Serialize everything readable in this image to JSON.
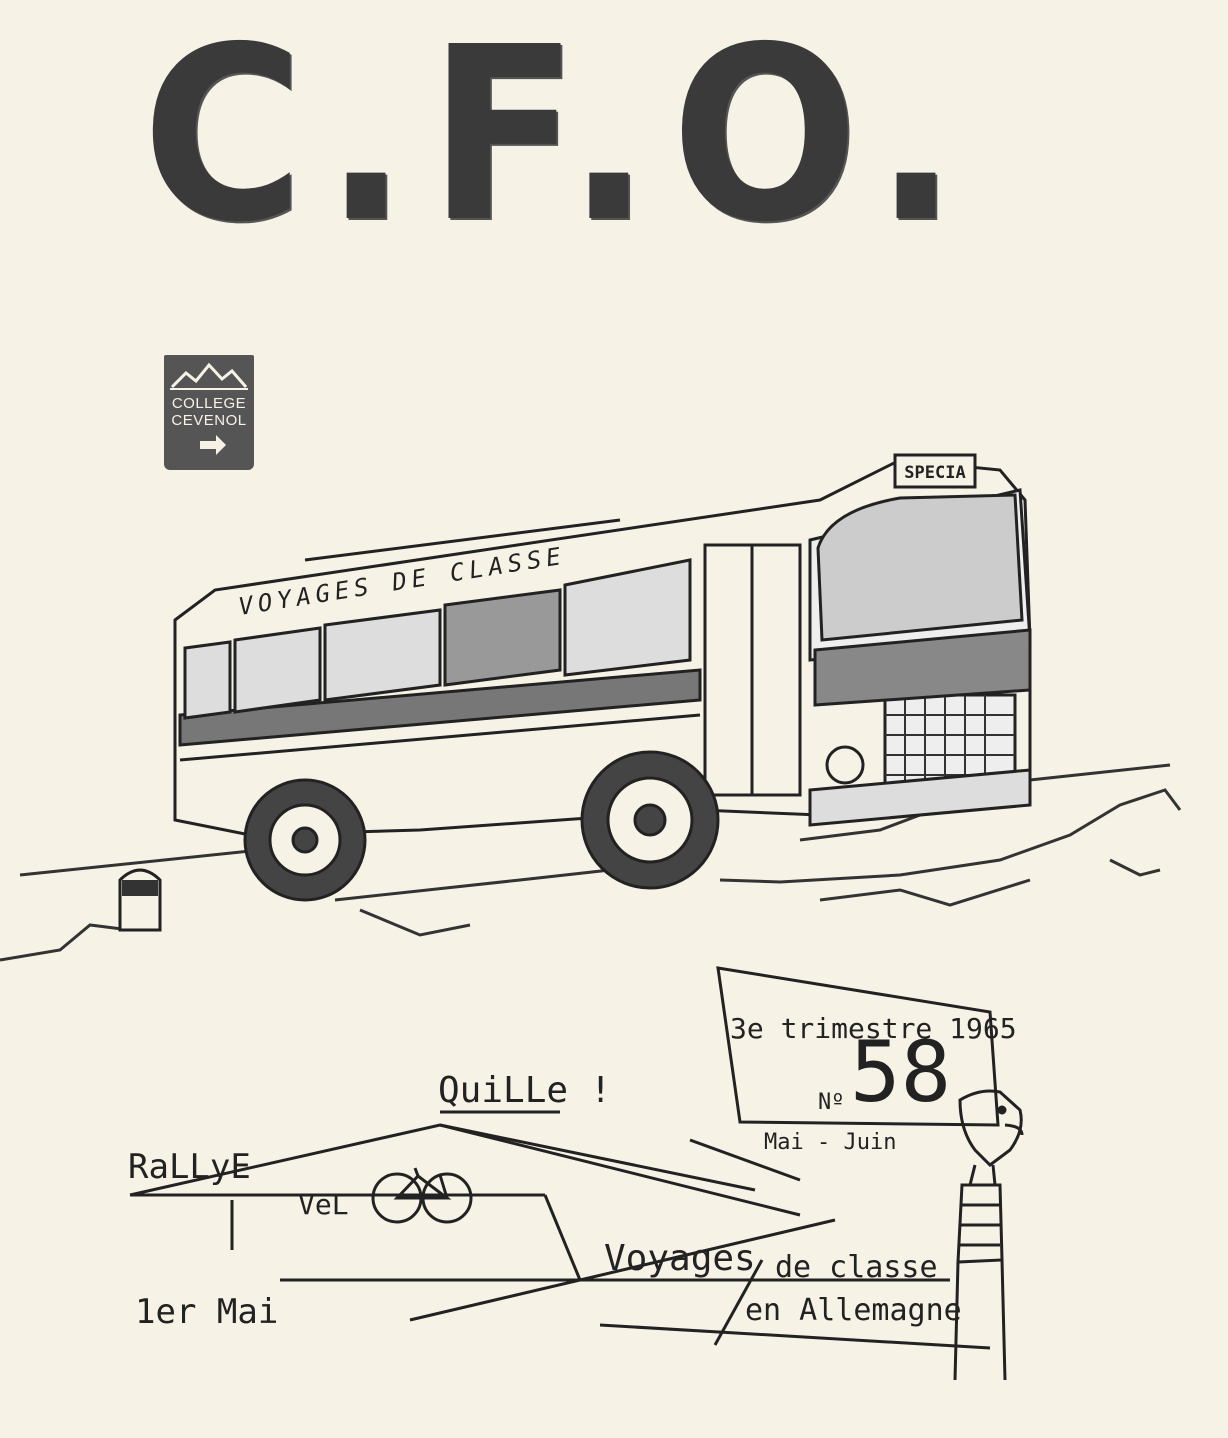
{
  "masthead": {
    "title": "C.F.O."
  },
  "crest": {
    "line1": "COLLEGE",
    "line2": "CEVENOL"
  },
  "bus": {
    "side_text": "VOYAGES DE CLASSE",
    "destination_sign": "SPECIA"
  },
  "issue": {
    "term": "3e trimestre 1965",
    "number_label": "Nº",
    "number": "58",
    "months": "Mai - Juin"
  },
  "topics": {
    "quille": "QuiLLe !",
    "rallye": "RaLLyE",
    "velo": "VeL",
    "mai": "1er Mai",
    "voyages": "Voyages",
    "de_classe": "de classe",
    "allemagne": "en Allemagne"
  }
}
